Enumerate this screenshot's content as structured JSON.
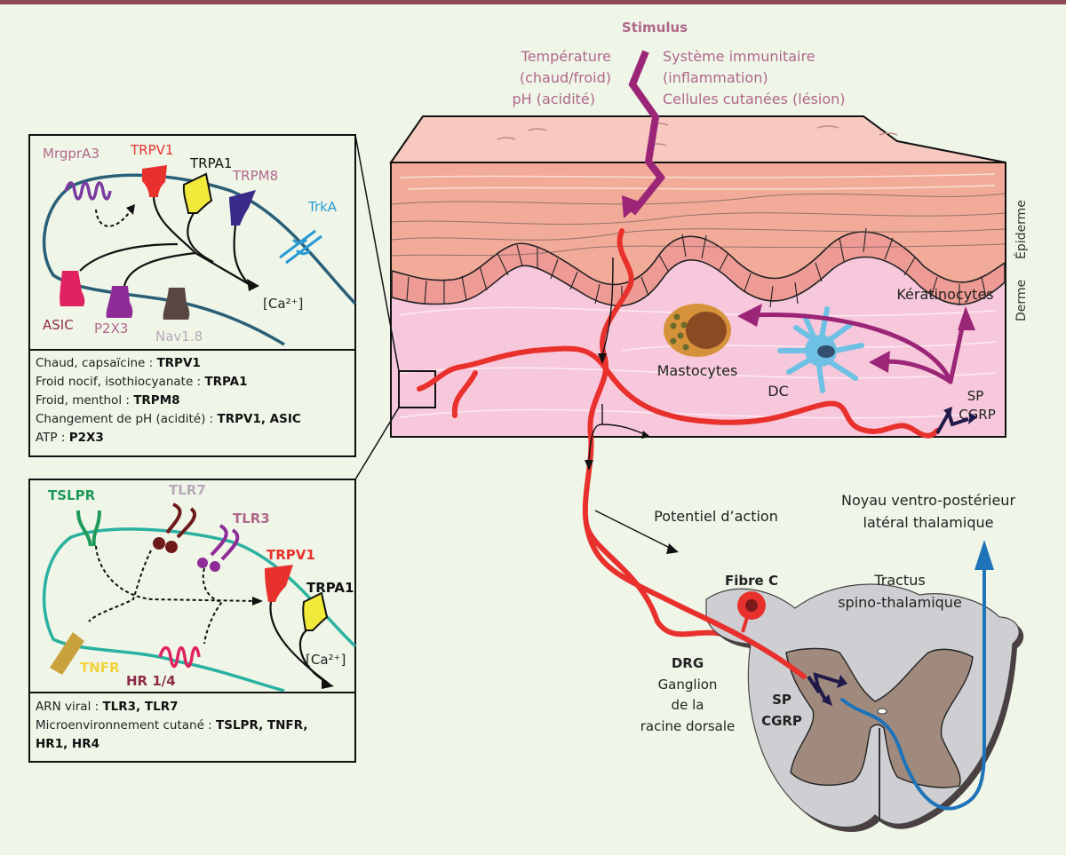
{
  "stimulus": {
    "title": "Stimulus",
    "left_lines": [
      "Température",
      "(chaud/froid)",
      "pH (acidité)"
    ],
    "right_lines": [
      "Système immunitaire",
      "(inflammation)",
      "Cellules cutanées (lésion)"
    ]
  },
  "skin": {
    "layer_epidermis": "Épiderme",
    "layer_dermis": "Derme",
    "keratinocytes": "Kératinocytes",
    "mastocytes": "Mastocytes",
    "dc": "DC",
    "sp_cgrp": [
      "SP",
      "CGRP"
    ]
  },
  "panel_top": {
    "receptors": {
      "mrgpra3": "MrgprA3",
      "trpv1": "TRPV1",
      "trpa1": "TRPA1",
      "trpm8": "TRPM8",
      "trka": "TrkA",
      "asic": "ASIC",
      "p2x3": "P2X3",
      "nav18": "Nav1.8",
      "calcium": "[Ca²⁺]"
    },
    "legend": [
      {
        "label": "Chaud, capsaïcine : ",
        "value": "TRPV1"
      },
      {
        "label": "Froid nocif, isothiocyanate : ",
        "value": "TRPA1"
      },
      {
        "label": "Froid, menthol : ",
        "value": "TRPM8"
      },
      {
        "label": "Changement de pH (acidité) : ",
        "value": "TRPV1, ASIC"
      },
      {
        "label": "ATP : ",
        "value": "P2X3"
      }
    ]
  },
  "panel_bottom": {
    "receptors": {
      "tslpr": "TSLPR",
      "tlr7": "TLR7",
      "tlr3": "TLR3",
      "trpv1": "TRPV1",
      "trpa1": "TRPA1",
      "tnfr": "TNFR",
      "hr": "HR 1/4",
      "calcium": "[Ca²⁺]"
    },
    "legend": [
      {
        "label": "ARN viral : ",
        "value": "TLR3, TLR7"
      },
      {
        "label": "Microenvironnement cutané : ",
        "value": "TSLPR, TNFR,"
      },
      {
        "label": "",
        "value": "HR1, HR4"
      }
    ]
  },
  "pathway": {
    "action_potential": "Potentiel d’action",
    "fibre_c": "Fibre C",
    "drg_title": "DRG",
    "drg_lines": [
      "Ganglion",
      "de la",
      "racine dorsale"
    ],
    "spinal_sp_cgrp": [
      "SP",
      "CGRP"
    ],
    "tract_lines": [
      "Tractus",
      "spino-thalamique"
    ],
    "thalamus_lines": [
      "Noyau ventro-postérieur",
      "latéral thalamique"
    ]
  },
  "colors": {
    "background": "#eff6e8",
    "frame_bar": "#8e4a57",
    "stimulus_text": "#b0678b",
    "stimulus_bolt": "#9b2577",
    "nerve_fiber": "#e8312d",
    "thalamic_tract": "#1f73b8",
    "membrane_top": "#2a5f78",
    "membrane_bottom": "#2ab1a0",
    "epidermis": "#f2ab98",
    "dermis": "#f7c8db"
  }
}
